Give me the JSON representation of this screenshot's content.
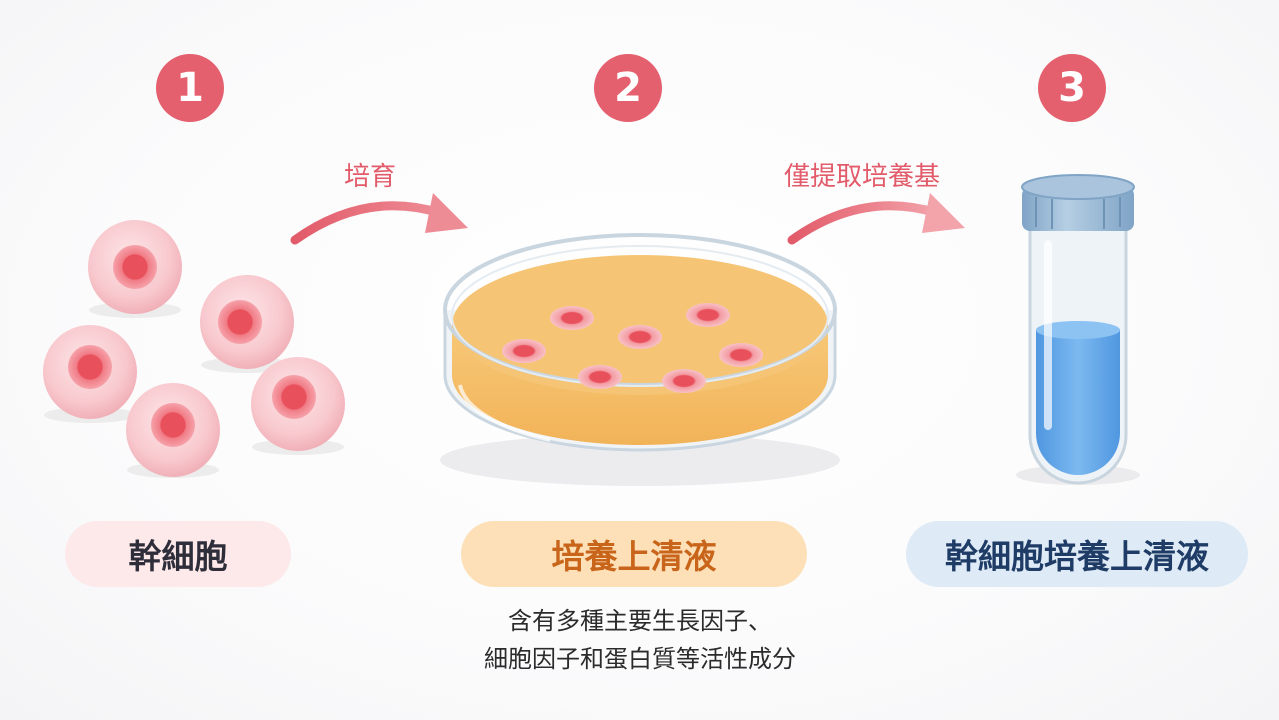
{
  "steps": [
    {
      "number": "1",
      "label": "幹細胞",
      "label_bg": "#fde8ea",
      "label_color": "#2e2e3a"
    },
    {
      "number": "2",
      "label": "培養上清液",
      "label_bg": "#fde0b8",
      "label_color": "#c8651a"
    },
    {
      "number": "3",
      "label": "幹細胞培養上清液",
      "label_bg": "#deeaf6",
      "label_color": "#1f3c66"
    }
  ],
  "arrows": [
    {
      "label": "培育"
    },
    {
      "label": "僅提取培養基"
    }
  ],
  "description": {
    "line1": "含有多種主要生長因子、",
    "line2": "細胞因子和蛋白質等活性成分"
  },
  "colors": {
    "accent": "#e4606f",
    "medium": "#f6c77a",
    "liquid": "#6aaeea",
    "tube_cap": "#8fb3d3"
  }
}
